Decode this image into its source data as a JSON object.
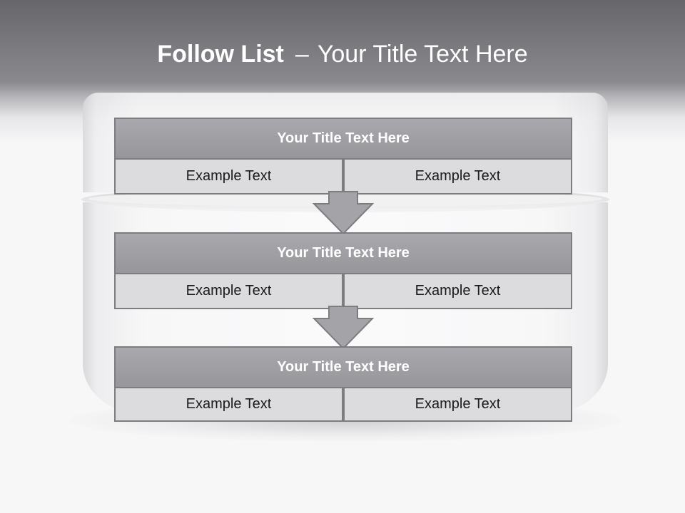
{
  "header": {
    "title_bold": "Follow List",
    "title_sep": "–",
    "title_rest": "Your Title Text Here"
  },
  "blocks": [
    {
      "title": "Your Title Text Here",
      "left": "Example Text",
      "right": "Example Text"
    },
    {
      "title": "Your Title Text Here",
      "left": "Example Text",
      "right": "Example Text"
    },
    {
      "title": "Your Title Text Here",
      "left": "Example Text",
      "right": "Example Text"
    }
  ],
  "colors": {
    "header_dark": "#67666b",
    "block_title": "#a2a1a6",
    "cell_fill": "#dcdcdf",
    "border": "#7d7c81",
    "arrow_fill": "#a4a3a8"
  }
}
